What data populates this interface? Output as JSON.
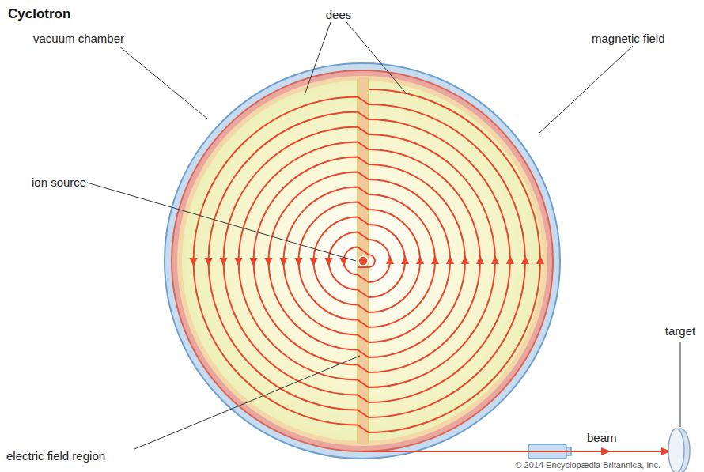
{
  "diagram": {
    "title": "Cyclotron",
    "labels": [
      "dees",
      "vacuum chamber",
      "magnetic field",
      "ion source",
      "electric field region",
      "beam",
      "target",
      "© 2014 Encyclopædia Britannica, Inc."
    ]
  }
}
